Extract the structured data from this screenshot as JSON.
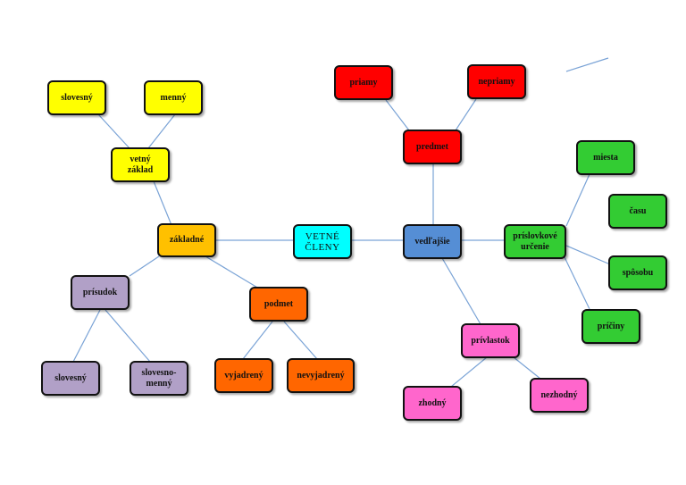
{
  "nodes": {
    "center": "VETNÉ\nČLENY",
    "zakladne": "základné",
    "vedlajsie": "vedľajšie",
    "vetny_zaklad": "vetný\nzáklad",
    "slovesny_top": "slovesný",
    "menny": "menný",
    "prisudok": "prísudok",
    "slovesny_bottom": "slovesný",
    "slovesno_menny": "slovesno-\nmenný",
    "podmet": "podmet",
    "vyjadreny": "vyjadrený",
    "nevyjadreny": "nevyjadrený",
    "predmet": "predmet",
    "priamy": "priamy",
    "nepriamy": "nepriamy",
    "prislovkove_urcenie": "príslovkové\nurčenie",
    "miesta": "miesta",
    "casu": "času",
    "sposobu": "spôsobu",
    "priciny": "príčiny",
    "privlastok": "prívlastok",
    "zhodny": "zhodný",
    "nezhodny": "nezhodný"
  },
  "colors": {
    "yellow": "#ffff00",
    "gold": "#ffc000",
    "cyan": "#00ffff",
    "purple": "#b1a0c7",
    "orange": "#ff6600",
    "red": "#ff0000",
    "blue": "#558ed5",
    "green": "#33cc33",
    "pink": "#ff66cc",
    "connector": "#7aa3d6"
  }
}
